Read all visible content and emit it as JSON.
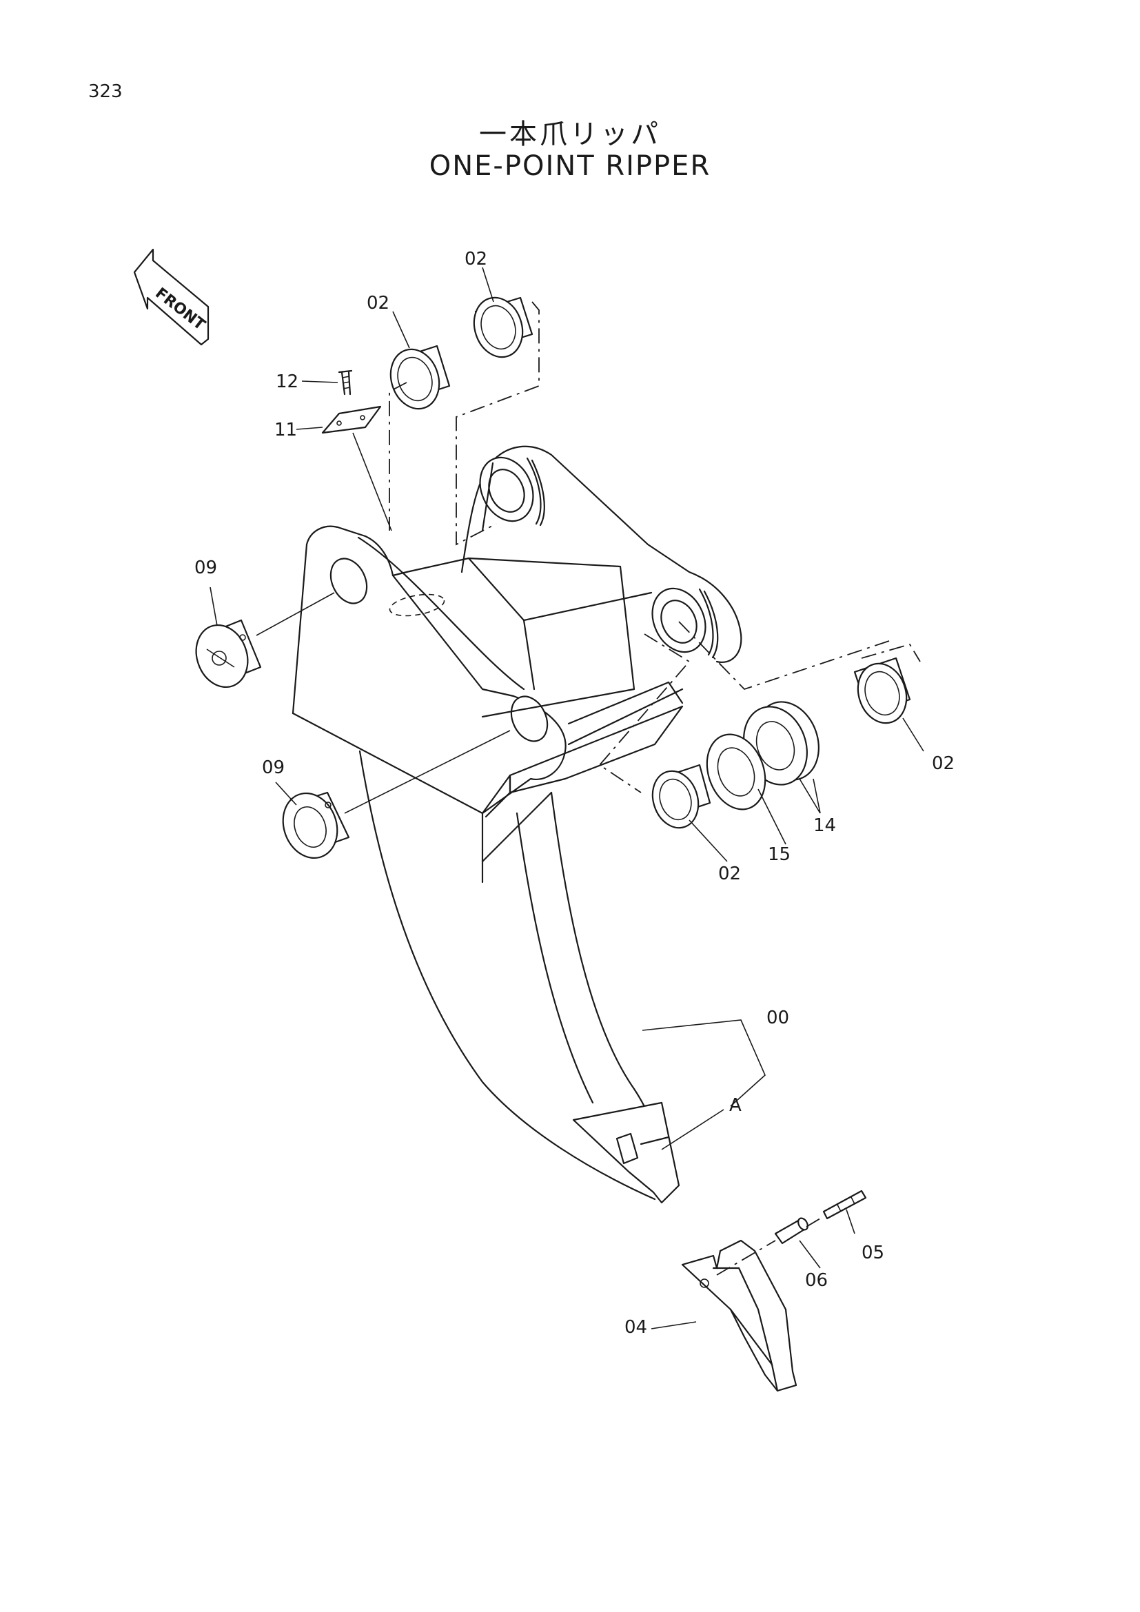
{
  "page": {
    "number": "323",
    "title_jp": "一本爪リッパ",
    "title_en": "ONE-POINT RIPPER",
    "direction_label": "FRONT"
  },
  "callouts": {
    "c02_top": "02",
    "c02_upper": "02",
    "c12": "12",
    "c11": "11",
    "c09_upper": "09",
    "c09_lower": "09",
    "c02_right": "02",
    "c02_bottom": "02",
    "c14": "14",
    "c15": "15",
    "c00": "00",
    "cA": "A",
    "c05": "05",
    "c06": "06",
    "c04": "04"
  }
}
